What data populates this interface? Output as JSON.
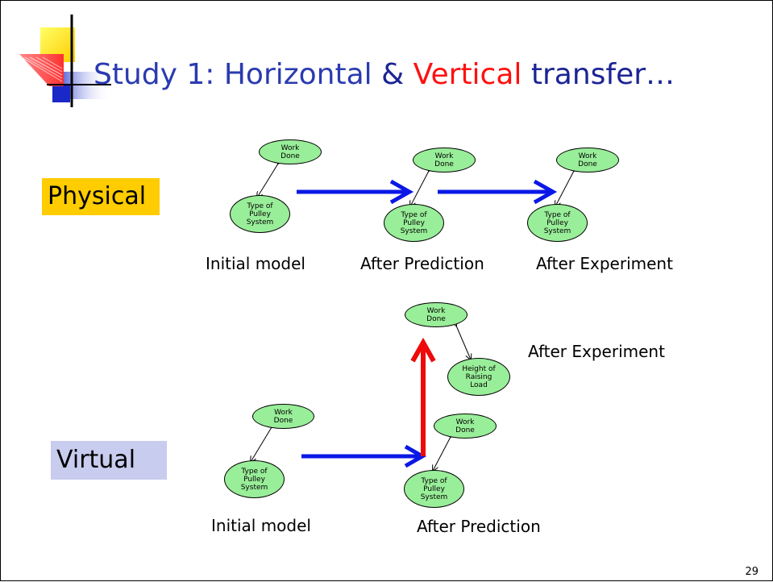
{
  "slide": {
    "title": {
      "prefix": "Study 1: ",
      "horizontal": "Horizontal",
      "amp": " & ",
      "vertical": "Vertical",
      "suffix": " transfer…"
    },
    "colors": {
      "title_blue": "#2a3ab0",
      "title_red": "#ff1010",
      "physical_box": "#ffcc00",
      "virtual_box": "#c8ccee",
      "node_fill": "#99ee99",
      "arrow_blue": "#0a18e6",
      "arrow_red": "#ee0a0a"
    },
    "physical": {
      "label": "Physical",
      "captions": [
        "Initial model",
        "After Prediction",
        "After Experiment"
      ]
    },
    "virtual": {
      "label": "Virtual",
      "captions": {
        "initial": "Initial model",
        "prediction": "After Prediction",
        "experiment": "After Experiment"
      }
    },
    "nodes": {
      "work_done": "Work\nDone",
      "pulley": "Type of\nPulley\nSystem",
      "height": "Height of\nRaising\nLoad"
    },
    "page_number": "29"
  }
}
